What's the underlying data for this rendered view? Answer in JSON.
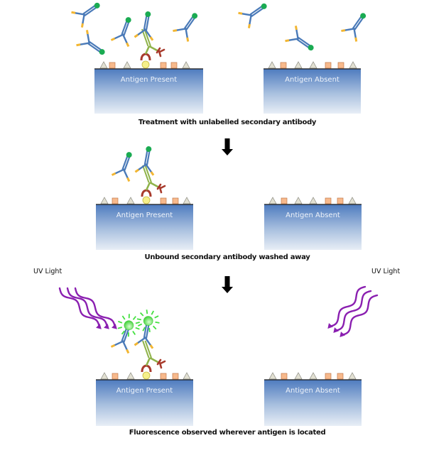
{
  "diagram": {
    "title": "Indirect immunofluorescence with unlabelled secondary antibody",
    "captions": [
      "Treatment with unlabelled secondary antibody",
      "Unbound secondary antibody washed away",
      "Fluorescence observed wherever antigen is located"
    ],
    "uv_label_left": "UV Light",
    "uv_label_right": "UV Light",
    "panels": [
      {
        "row": 1,
        "side": "left",
        "label": "Antigen Present"
      },
      {
        "row": 1,
        "side": "right",
        "label": "Antigen Absent"
      },
      {
        "row": 2,
        "side": "left",
        "label": "Antigen Present"
      },
      {
        "row": 2,
        "side": "right",
        "label": "Antigen Absent"
      },
      {
        "row": 3,
        "side": "left",
        "label": "Antigen Present"
      },
      {
        "row": 3,
        "side": "right",
        "label": "Antigen Absent"
      }
    ],
    "surface_marker_sequence": [
      "triangle",
      "square",
      "triangle",
      "antigen-or-triangle",
      "square",
      "square",
      "triangle"
    ],
    "legend_colors": {
      "secondary_antibody": "#4a7ab8",
      "secondary_antigen_binding_tips": "#f2b632",
      "label_site": "#1aab52",
      "primary_antibody": "#8fb34a",
      "primary_binding_tips": "#a83a2c",
      "antigen": "#f6f08a",
      "fluorescence": "#44e040",
      "uv_light": "#8a1fb0",
      "surface_top": "#4e7bbf",
      "surface_bottom": "#e6edf6",
      "marker_triangle": "#e2e0d2",
      "marker_square": "#f7b98c"
    }
  }
}
